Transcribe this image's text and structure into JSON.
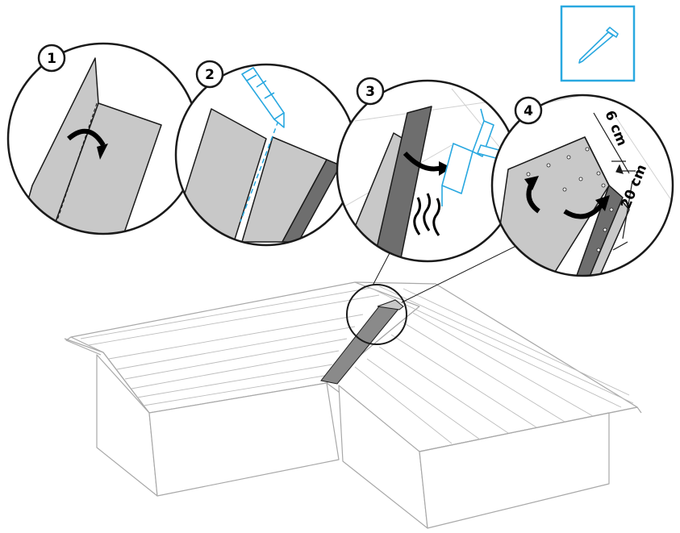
{
  "steps": [
    {
      "number": "1"
    },
    {
      "number": "2"
    },
    {
      "number": "3"
    },
    {
      "number": "4"
    }
  ],
  "dimensions": {
    "top_offset": "6 cm",
    "spacing": "20 cm"
  },
  "colors": {
    "line": "#1a1a1a",
    "accent_blue": "#29a8e0",
    "panel_grey": "#c8c8c8",
    "strip_dark": "#6e6e6e",
    "house_line": "#a8a8a8"
  },
  "icons": {
    "nail_box": "nail-icon"
  }
}
